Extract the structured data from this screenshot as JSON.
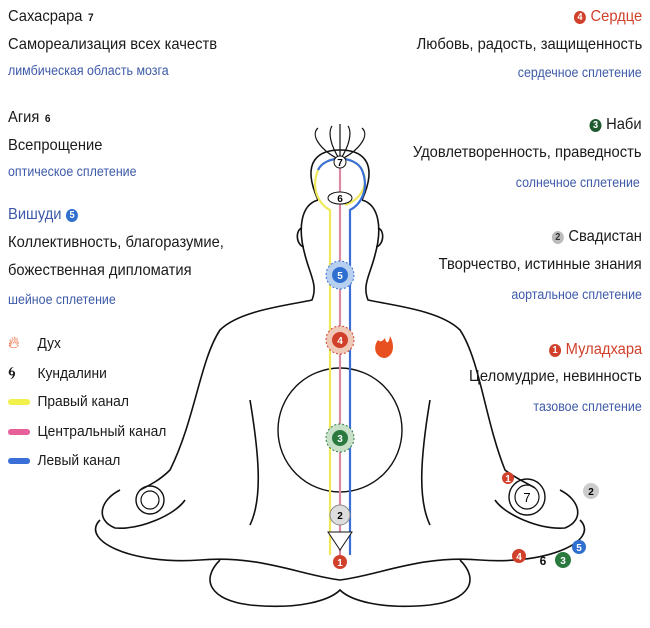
{
  "left": [
    {
      "name": "Сахасрара",
      "num": "7",
      "quality": "Самореализация всех качеств",
      "plexus": "лимбическая область мозга"
    },
    {
      "name": "Агия",
      "num": "6",
      "quality": "Всепрощение",
      "plexus": "оптическое сплетение"
    },
    {
      "name": "Вишуди",
      "num": "5",
      "quality1": "Коллективность, благоразумие,",
      "quality2": "божественная дипломатия",
      "plexus": "шейное сплетение"
    }
  ],
  "right": [
    {
      "name": "Сердце",
      "num": "4",
      "quality": "Любовь, радость, защищенность",
      "plexus": "сердечное сплетение"
    },
    {
      "name": "Наби",
      "num": "3",
      "quality": "Удовлетворенность,  праведность",
      "plexus": "солнечное сплетение"
    },
    {
      "name": "Свадистан",
      "num": "2",
      "quality": "Творчество, истинные знания",
      "plexus": "аортальное сплетение"
    },
    {
      "name": "Муладхара",
      "num": "1",
      "quality": "Целомудрие, невинность",
      "plexus": "тазовое сплетение"
    }
  ],
  "legend": [
    {
      "label": "Дух",
      "icon": "flame-icon",
      "color": "#e85020"
    },
    {
      "label": "Кундалини",
      "icon": "spiral-icon",
      "color": "#333333"
    },
    {
      "label": "Правый канал",
      "color": "#f2f04a"
    },
    {
      "label": "Центральный канал",
      "color": "#e8609a"
    },
    {
      "label": "Левый канал",
      "color": "#3a6fd8"
    }
  ],
  "chakra_labels": [
    "1",
    "2",
    "3",
    "4",
    "5",
    "6",
    "7"
  ],
  "hand_labels": {
    "right_palm": "7",
    "thumb": "2",
    "f1": "1",
    "f4": "4",
    "f6": "6",
    "f3": "3",
    "f5": "5"
  },
  "colors": {
    "c1": "#d0402a",
    "c2": "#aaaaaa",
    "c3": "#2a7a40",
    "c4": "#d0402a",
    "c5": "#2f6fd0"
  }
}
